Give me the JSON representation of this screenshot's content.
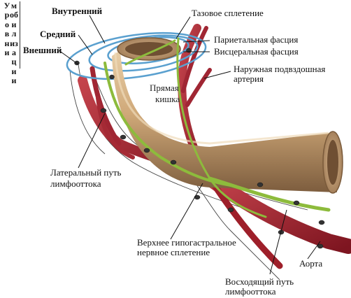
{
  "vertical_label": {
    "col1": "Уровни",
    "col2": "мобилизации"
  },
  "labels": {
    "inner": "Внутренний",
    "middle": "Средний",
    "outer": "Внешний",
    "pelvic_plexus": "Тазовое сплетение",
    "parietal_fascia": "Париетальная фасция",
    "visceral_fascia": "Висцеральная фасция",
    "external_iliac_1": "Наружная подвздошная",
    "external_iliac_2": "артерия",
    "rectum_1": "Прямая",
    "rectum_2": "кишка",
    "lateral_path_1": "Латеральный путь",
    "lateral_path_2": "лимфооттока",
    "hypogastric_1": "Верхнее гипогастральное",
    "hypogastric_2": "нервное сплетение",
    "aorta": "Аорта",
    "ascending_1": "Восходящий путь",
    "ascending_2": "лимфооттока"
  },
  "colors": {
    "vessel": "#9e1f2a",
    "vessel_highlight": "#c84a52",
    "nerve": "#8dbb3c",
    "fascia_ring": "#5aa0cf",
    "bowel": "#c9a479",
    "bowel_dark": "#8a6a48",
    "lymph_node": "#333333"
  }
}
